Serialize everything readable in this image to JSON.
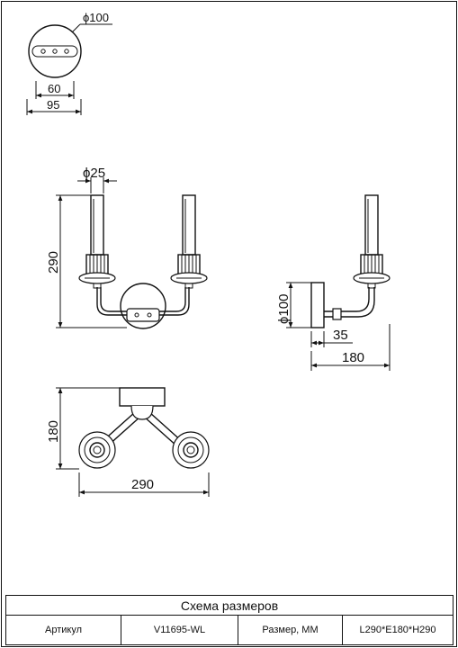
{
  "dimensions": {
    "base_diameter": "ϕ100",
    "base_plate_hole": "60",
    "base_plate_width": "95",
    "tube_diameter": "ϕ25",
    "total_height": "290",
    "side_diameter": "ϕ100",
    "side_projection": "35",
    "side_depth": "180",
    "plan_depth": "180",
    "plan_length": "290"
  },
  "table": {
    "title": "Схема размеров",
    "article_label": "Артикул",
    "article_value": "V11695-WL",
    "size_label": "Размер, ММ",
    "size_value": "L290*E180*H290"
  }
}
